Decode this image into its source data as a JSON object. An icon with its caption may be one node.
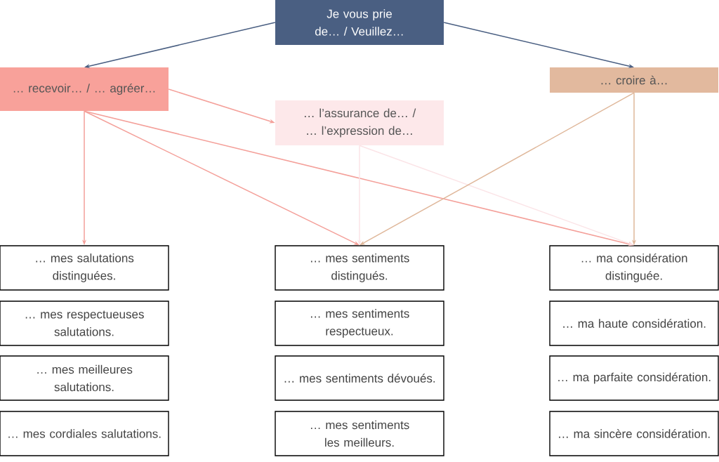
{
  "diagram": {
    "nodes": [
      {
        "text": [
          "Je vous prie de… / Veuillez…"
        ]
      },
      {
        "text": [
          "… recevoir… / … agréer…"
        ]
      },
      {
        "text": [
          "… croire à…"
        ]
      },
      {
        "text": [
          "… l’assurance de… / … l’expression de…"
        ]
      },
      {
        "text": [
          "… mes salutations distinguées."
        ]
      },
      {
        "text": [
          "… mes sentiments distingués."
        ]
      },
      {
        "text": [
          "… ma considération distinguée."
        ]
      },
      {
        "text": [
          "… mes respectueuses salutations."
        ]
      },
      {
        "text": [
          "… mes sentiments respectueux."
        ]
      },
      {
        "text": [
          "… ma haute considération."
        ]
      },
      {
        "text": [
          "… mes meilleures salutations."
        ]
      },
      {
        "text": [
          "… mes sentiments dévoués."
        ]
      },
      {
        "text": [
          "… ma parfaite considération."
        ]
      },
      {
        "text": [
          "… mes cordiales salutations."
        ]
      },
      {
        "text": [
          "… mes sentiments les meilleurs."
        ]
      },
      {
        "text": [
          "… ma sincère considération."
        ]
      }
    ],
    "edges": [
      {
        "from": 0,
        "to": 1,
        "arrow": "to",
        "color": "#4a5f82"
      },
      {
        "from": 0,
        "to": 2,
        "arrow": "to",
        "color": "#4a5f82"
      },
      {
        "from": 1,
        "to": 3,
        "arrow": "to"
      },
      {
        "from": 1,
        "to": 4,
        "arrow": "to"
      },
      {
        "from": 1,
        "to": 5,
        "arrow": "to"
      },
      {
        "from": 1,
        "to": 6,
        "arrow": "to"
      },
      {
        "from": 3,
        "to": 5,
        "arrow": "to",
        "color": "#fbe4e7"
      },
      {
        "from": 3,
        "to": 6,
        "arrow": "to",
        "color": "#fbe4e7"
      },
      {
        "from": 2,
        "to": 5,
        "arrow": "to",
        "color": "#dfb79a"
      },
      {
        "from": 2,
        "to": 6,
        "arrow": "to",
        "color": "#dfb79a"
      }
    ]
  }
}
